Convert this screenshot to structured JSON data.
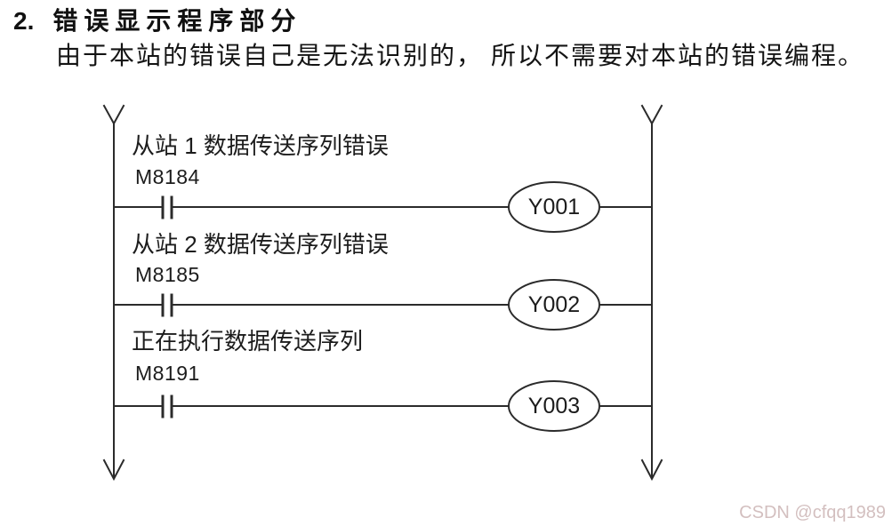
{
  "header": {
    "number": "2.",
    "title": "错误显示程序部分",
    "subtitle": "由于本站的错误自己是无法识别的， 所以不需要对本站的错误编程。"
  },
  "diagram": {
    "type": "plc-ladder",
    "rungs": [
      {
        "label": "从站 1 数据传送序列错误",
        "device": "M8184",
        "coil": "Y001"
      },
      {
        "label": "从站 2 数据传送序列错误",
        "device": "M8185",
        "coil": "Y002"
      },
      {
        "label": "正在执行数据传送序列",
        "device": "M8191",
        "coil": "Y003"
      }
    ]
  },
  "watermark": {
    "text": "CSDN @cfqq1989",
    "color": "#d3bfbf"
  },
  "colors": {
    "line": "#2b2b2b",
    "text": "#111111",
    "background": "#ffffff"
  }
}
